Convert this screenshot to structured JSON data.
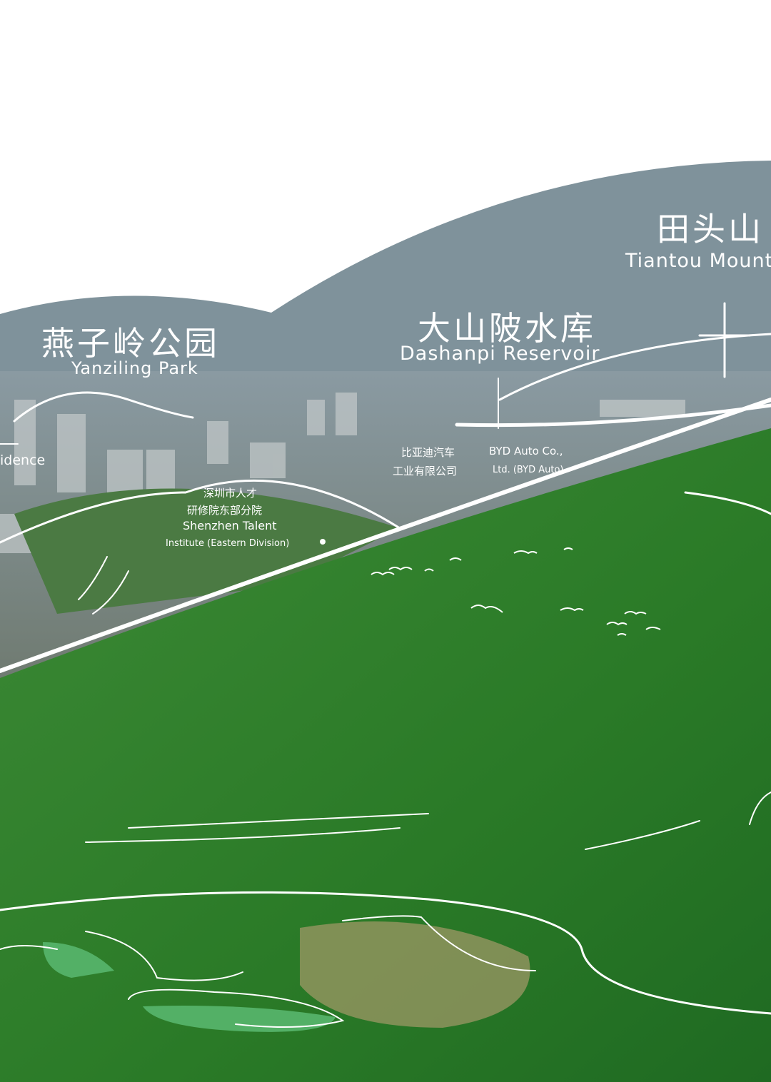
{
  "labels": {
    "tiantou": {
      "zh": "田头山",
      "en": "Tiantou Mountain"
    },
    "yanziling": {
      "zh": "燕子岭公园",
      "en": "Yanziling Park"
    },
    "dashanpi": {
      "zh": "大山陂水库",
      "en": "Dashanpi Reservoir"
    },
    "residence": {
      "en": "idence"
    },
    "byd": {
      "zh1": "比亚迪汽车",
      "zh2": "工业有限公司",
      "en1": "BYD Auto Co.,",
      "en2": "Ltd. (BYD Auto)"
    },
    "talent": {
      "zh1": "深圳市人才",
      "zh2": "研修院东部分院",
      "en1": "Shenzhen Talent",
      "en2": "Institute (Eastern Division)"
    }
  },
  "colors": {
    "sky": "#ffffff",
    "mountain": "#7f929b",
    "city": "#9aa6a8",
    "forest": "#2f7d2c",
    "line": "#ffffff"
  }
}
